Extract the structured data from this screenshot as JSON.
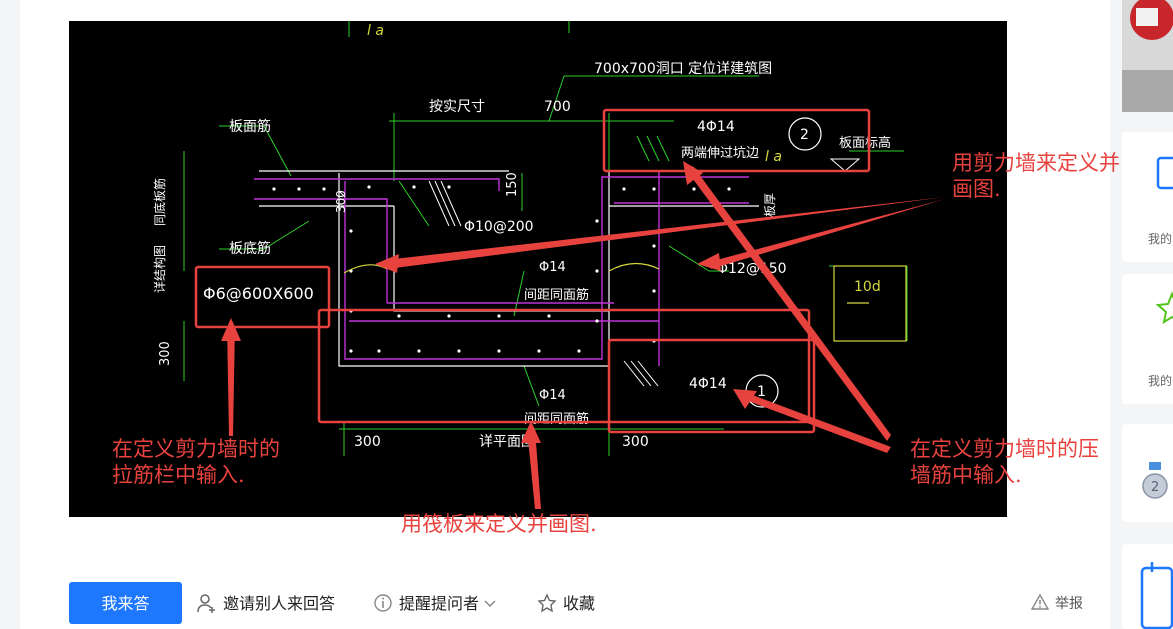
{
  "actions": {
    "answer_label": "我来答",
    "invite_label": "邀请别人来回答",
    "remind_label": "提醒提问者",
    "favorite_label": "收藏",
    "report_label": "举报"
  },
  "sidebar": {
    "label_1": "我的",
    "label_2": "我的"
  },
  "drawing": {
    "title": "700x700洞口 定位详建筑图",
    "dim_700": "700",
    "actual_size": "按实尺寸",
    "la_top": "l a",
    "board_top_rebar": "板面筋",
    "board_bottom_rebar": "板底筋",
    "same_board_bottom": "同底板筋",
    "see_structure": "详结构图",
    "dim_300_left": "300",
    "dim_300_v": "300",
    "dim_150": "150",
    "top_bars": "4Φ14",
    "circle_2": "2",
    "both_ends": "两端伸过坑边",
    "la_right": "l a",
    "board_elev": "板面标高",
    "board_thick": "板厚",
    "phi10": "Φ10@200",
    "phi12": "Φ12@150",
    "phi14_a": "Φ14",
    "spacing_a": "间距同面筋",
    "phi6": "Φ6@600X600",
    "ten_d": "10d",
    "bottom_bars": "4Φ14",
    "circle_1": "1",
    "phi14_b": "Φ14",
    "spacing_b": "间距同面筋",
    "dim_300_bottom_left": "300",
    "see_plan": "详平面图",
    "dim_300_bottom_right": "300"
  },
  "annotations": {
    "shear_wall_define": [
      "用剪力墙来定义并",
      "画图."
    ],
    "tie_bars": [
      "在定义剪力墙时的",
      "拉筋栏中输入."
    ],
    "press_bars": [
      "在定义剪力墙时的压",
      "墙筋中输入."
    ],
    "raft": "用筏板来定义并画图."
  },
  "colors": {
    "accent": "#1e78ff",
    "annotation_red": "#e8423f",
    "cad_green": "#2bd12b",
    "cad_magenta": "#c032d8",
    "cad_white": "#ffffff",
    "cad_yellow": "#d6d640"
  }
}
